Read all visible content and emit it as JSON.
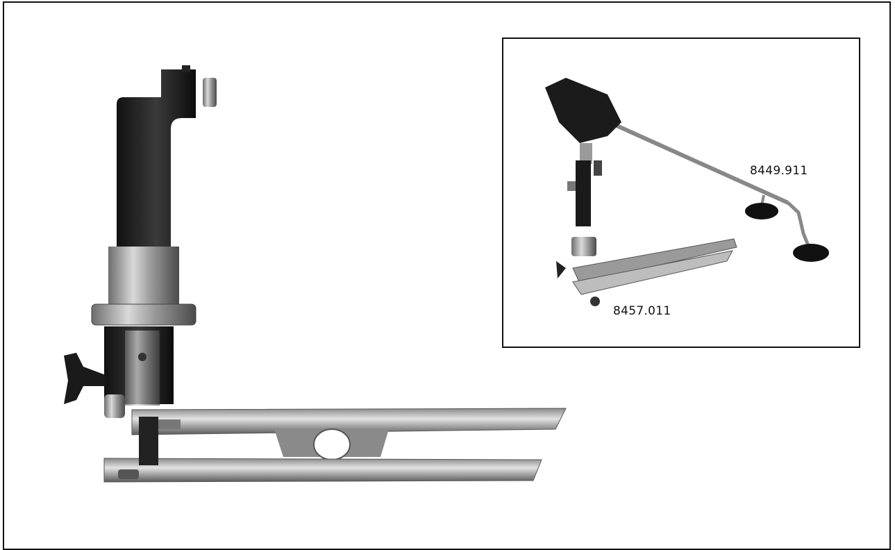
{
  "inset": {
    "labels": {
      "suction_arm_part": "8449.911",
      "retractor_part": "8457.011"
    }
  },
  "icons": {
    "main_image": "retractor-holder-illustration",
    "inset_image": "assembled-retractor-illustration"
  }
}
